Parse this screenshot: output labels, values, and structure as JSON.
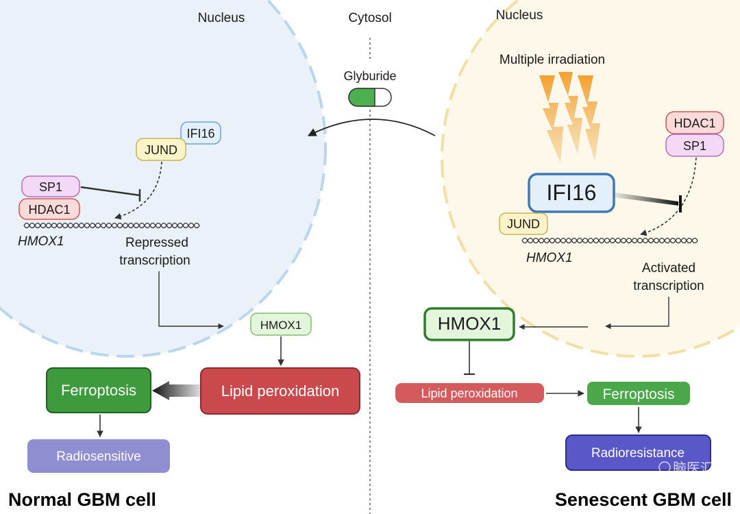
{
  "labels": {
    "cytosol": "Cytosol",
    "nucleus_left": "Nucleus",
    "nucleus_right": "Nucleus",
    "glyburide": "Glyburide",
    "multiple_irradiation": "Multiple irradiation",
    "normal_cell": "Normal GBM cell",
    "senescent_cell": "Senescent GBM cell",
    "watermark": "脑医汇"
  },
  "left": {
    "ifi16": "IFI16",
    "jund": "JUND",
    "sp1": "SP1",
    "hdac1": "HDAC1",
    "gene": "HMOX1",
    "repressed_1": "Repressed",
    "repressed_2": "transcription",
    "hmox1_protein": "HMOX1",
    "lipid": "Lipid peroxidation",
    "ferroptosis": "Ferroptosis",
    "outcome": "Radiosensitive"
  },
  "right": {
    "hdac1": "HDAC1",
    "sp1": "SP1",
    "ifi16": "IFI16",
    "jund": "JUND",
    "gene": "HMOX1",
    "activated_1": "Activated",
    "activated_2": "transcription",
    "hmox1_protein": "HMOX1",
    "lipid": "Lipid peroxidation",
    "ferroptosis": "Ferroptosis",
    "outcome": "Radioresistance"
  },
  "colors": {
    "left_nucleus_fill": "#eaf1f9",
    "left_nucleus_border": "#b9d6ee",
    "right_nucleus_fill": "#fdf8ea",
    "right_nucleus_border": "#f3dfa6",
    "green": "#3d9a3d",
    "red": "#c9494c",
    "purple": "#8f8ed1",
    "indigo": "#5a57c8",
    "lightning": "#f09a2a"
  }
}
